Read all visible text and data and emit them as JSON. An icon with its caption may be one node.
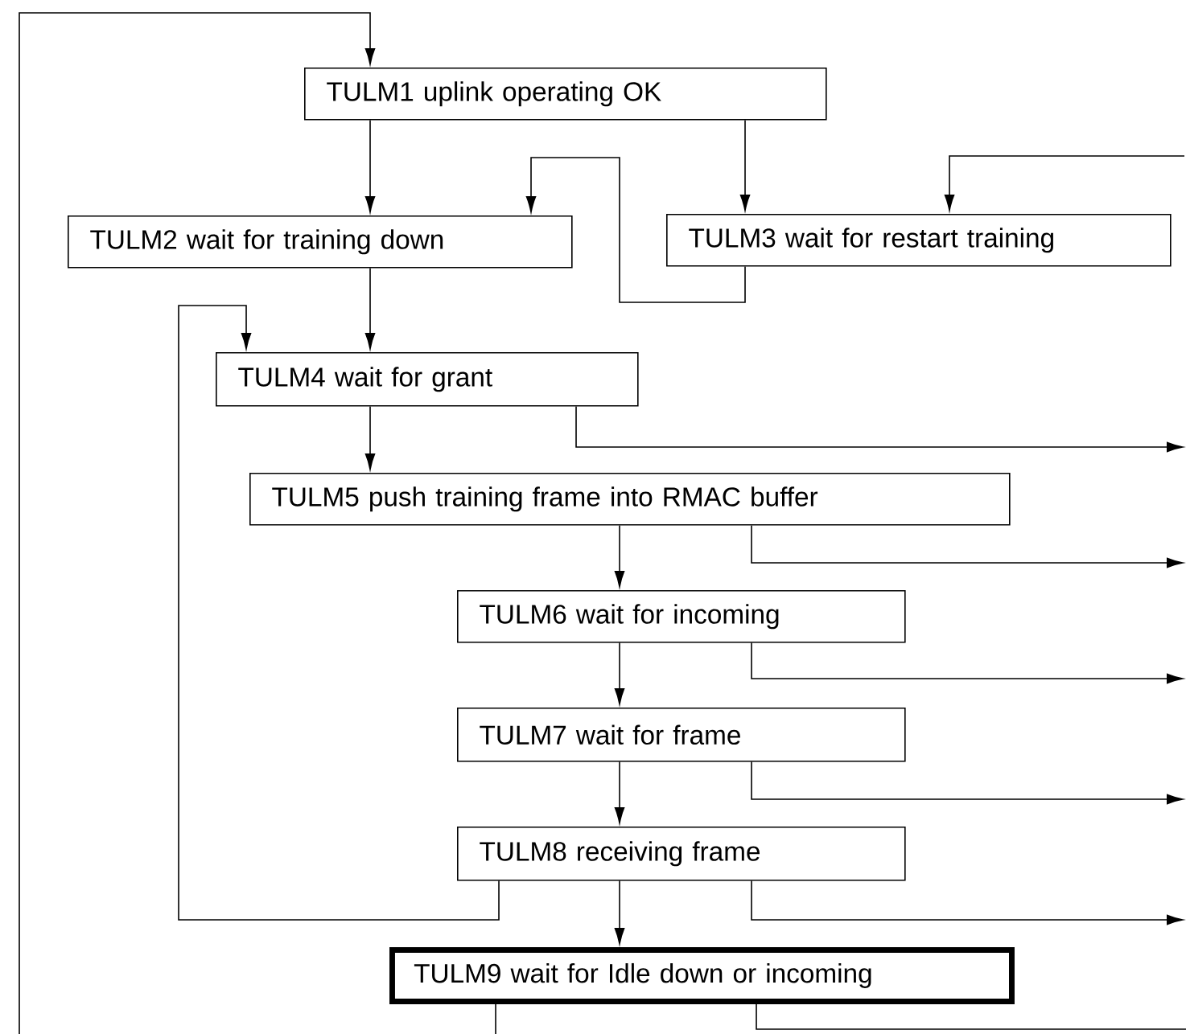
{
  "diagram": {
    "nodes": [
      {
        "text": [
          "TULM1  uplink operating OK"
        ]
      },
      {
        "text": [
          "TULM2  wait for training down"
        ]
      },
      {
        "text": [
          "TULM3  wait for restart training"
        ]
      },
      {
        "text": [
          "TULM4  wait for grant"
        ]
      },
      {
        "text": [
          "TULM5  push training frame into RMAC buffer"
        ]
      },
      {
        "text": [
          "TULM6  wait for incoming"
        ]
      },
      {
        "text": [
          "TULM7  wait for frame"
        ]
      },
      {
        "text": [
          "TULM8  receiving frame"
        ]
      },
      {
        "text": [
          "TULM9  wait for Idle down or incoming"
        ]
      }
    ],
    "edges": [
      {
        "from": null,
        "to": 0,
        "arrow": "to"
      },
      {
        "from": 0,
        "to": 1,
        "arrow": "to"
      },
      {
        "from": 0,
        "to": 2,
        "arrow": "to"
      },
      {
        "from": 2,
        "to": 1,
        "arrow": "to"
      },
      {
        "from": null,
        "to": 2,
        "arrow": "to"
      },
      {
        "from": 1,
        "to": 3,
        "arrow": "to"
      },
      {
        "from": 7,
        "to": 3,
        "arrow": "to"
      },
      {
        "from": 3,
        "to": 4,
        "arrow": "to"
      },
      {
        "from": 4,
        "to": 5,
        "arrow": "to"
      },
      {
        "from": 5,
        "to": 6,
        "arrow": "to"
      },
      {
        "from": 6,
        "to": 7,
        "arrow": "to"
      },
      {
        "from": 7,
        "to": 8,
        "arrow": "to"
      },
      {
        "from": 3,
        "to": null,
        "arrow": "to"
      },
      {
        "from": 4,
        "to": null,
        "arrow": "to"
      },
      {
        "from": 5,
        "to": null,
        "arrow": "to"
      },
      {
        "from": 6,
        "to": null,
        "arrow": "to"
      },
      {
        "from": 7,
        "to": null,
        "arrow": "to"
      },
      {
        "from": 8,
        "to": null,
        "arrow": "none"
      },
      {
        "from": 8,
        "to": null,
        "arrow": "none"
      }
    ]
  }
}
